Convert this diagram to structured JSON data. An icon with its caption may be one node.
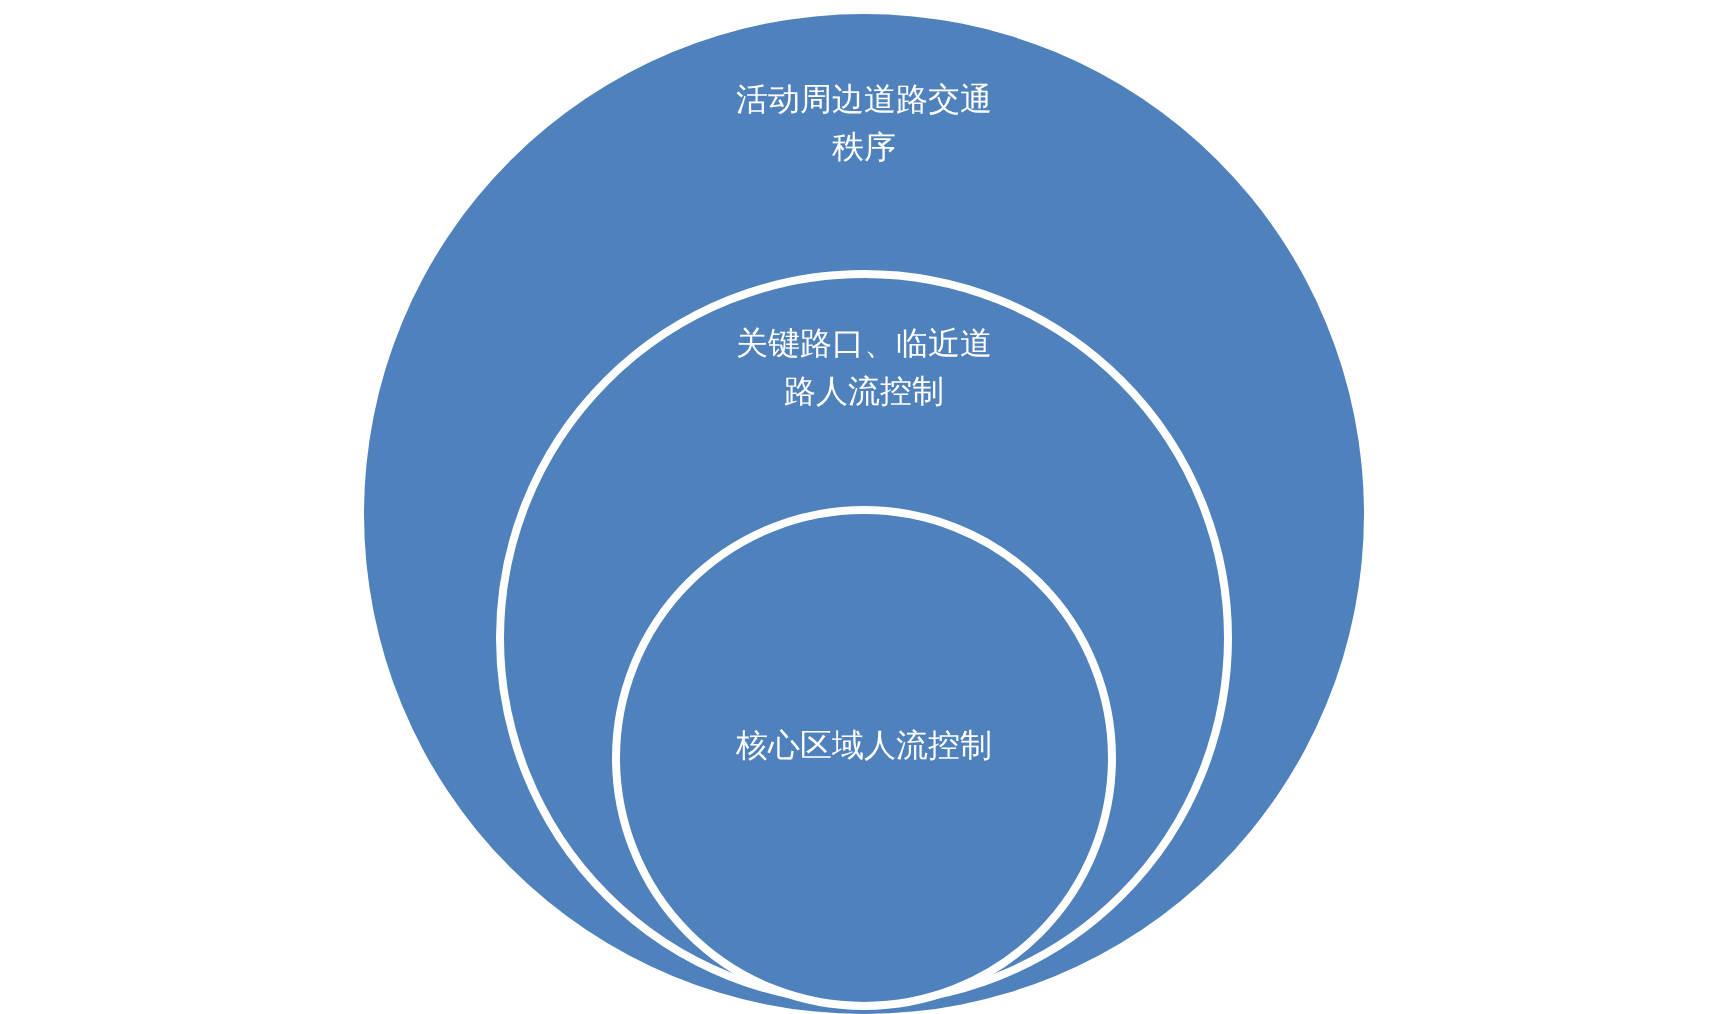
{
  "diagram": {
    "nodes": [
      {
        "text": [
          "活动周边道路交通秩序"
        ]
      },
      {
        "text": [
          "关键路口、临近道路人流控制"
        ],
        "in": 0
      },
      {
        "text": [
          "核心区域人流控制"
        ],
        "in": 1
      }
    ]
  }
}
